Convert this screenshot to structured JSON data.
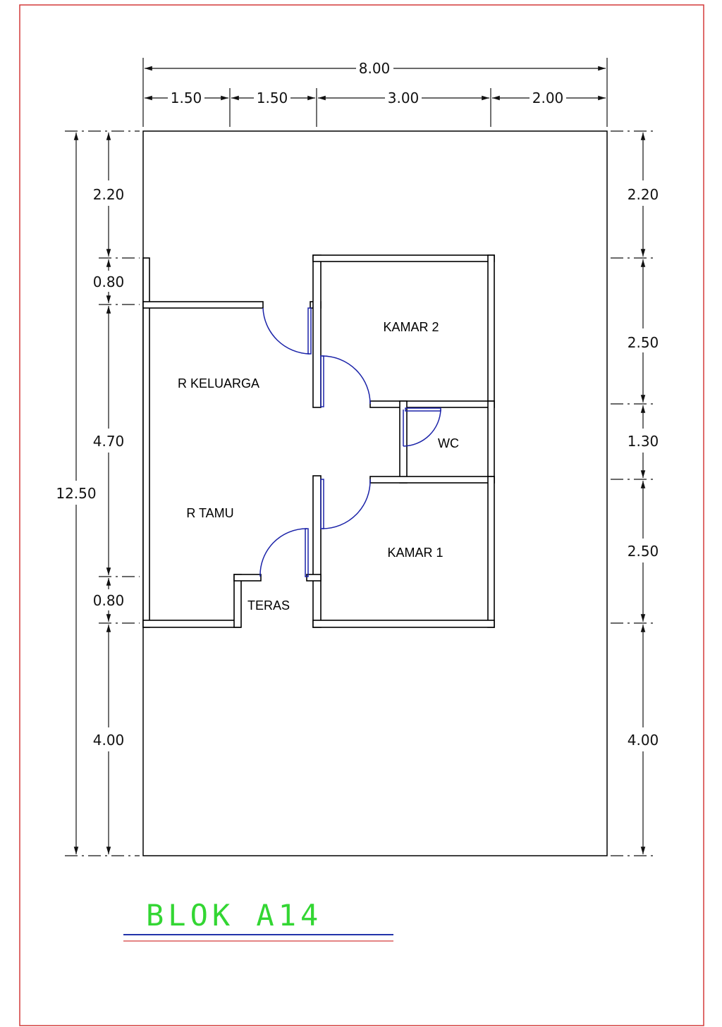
{
  "colors": {
    "frame": "#d43a3a",
    "wall": "#000000",
    "door": "#1a22a8",
    "title": "#33d633",
    "title_underline_blue": "#2233aa",
    "title_underline_red": "#d43a3a"
  },
  "drawing": {
    "title": "BLOK A14"
  },
  "dimensions": {
    "top_total": "8.00",
    "top_segments": [
      "1.50",
      "1.50",
      "3.00",
      "2.00"
    ],
    "left_total": "12.50",
    "left_segments": [
      "2.20",
      "0.80",
      "4.70",
      "0.80",
      "4.00"
    ],
    "right_segments": [
      "2.20",
      "2.50",
      "1.30",
      "2.50",
      "4.00"
    ]
  },
  "rooms": {
    "kamar2": "KAMAR 2",
    "keluarga": "R KELUARGA",
    "wc": "WC",
    "tamu": "R TAMU",
    "kamar1": "KAMAR 1",
    "teras": "TERAS"
  }
}
